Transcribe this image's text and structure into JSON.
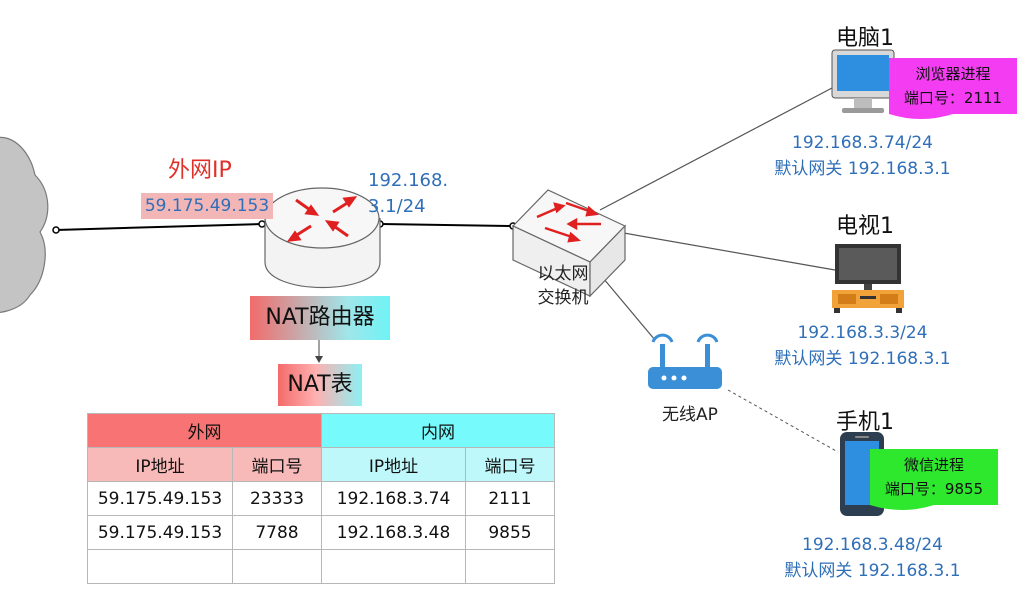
{
  "router": {
    "wan_title": "外网IP",
    "wan_ip": "59.175.49.153",
    "lan_ip_line1": "192.168.",
    "lan_ip_line2": "3.1/24",
    "label": "NAT路由器"
  },
  "nat_label": "NAT表",
  "switch": {
    "line1": "以太网",
    "line2": "交换机"
  },
  "ap": {
    "label": "无线AP"
  },
  "devices": {
    "pc": {
      "name": "电脑1",
      "process": "浏览器进程",
      "port_line": "端口号：2111",
      "ip": "192.168.3.74/24",
      "gateway": "默认网关 192.168.3.1"
    },
    "tv": {
      "name": "电视1",
      "ip": "192.168.3.3/24",
      "gateway": "默认网关 192.168.3.1"
    },
    "phone": {
      "name": "手机1",
      "process": "微信进程",
      "port_line": "端口号：9855",
      "ip": "192.168.3.48/24",
      "gateway": "默认网关 192.168.3.1"
    }
  },
  "nat_table": {
    "groups": [
      "外网",
      "内网"
    ],
    "headers": [
      "IP地址",
      "端口号",
      "IP地址",
      "端口号"
    ],
    "rows": [
      [
        "59.175.49.153",
        "23333",
        "192.168.3.74",
        "2111"
      ],
      [
        "59.175.49.153",
        "7788",
        "192.168.3.48",
        "9855"
      ],
      [
        "",
        "",
        "",
        ""
      ]
    ]
  },
  "colors": {
    "wan_red": "#e0302a",
    "ip_blue": "#2f6fb8",
    "table_wan": "#f87474",
    "table_lan": "#76fafb",
    "pc_tag": "#f43df2",
    "phone_tag": "#2ee82e"
  }
}
